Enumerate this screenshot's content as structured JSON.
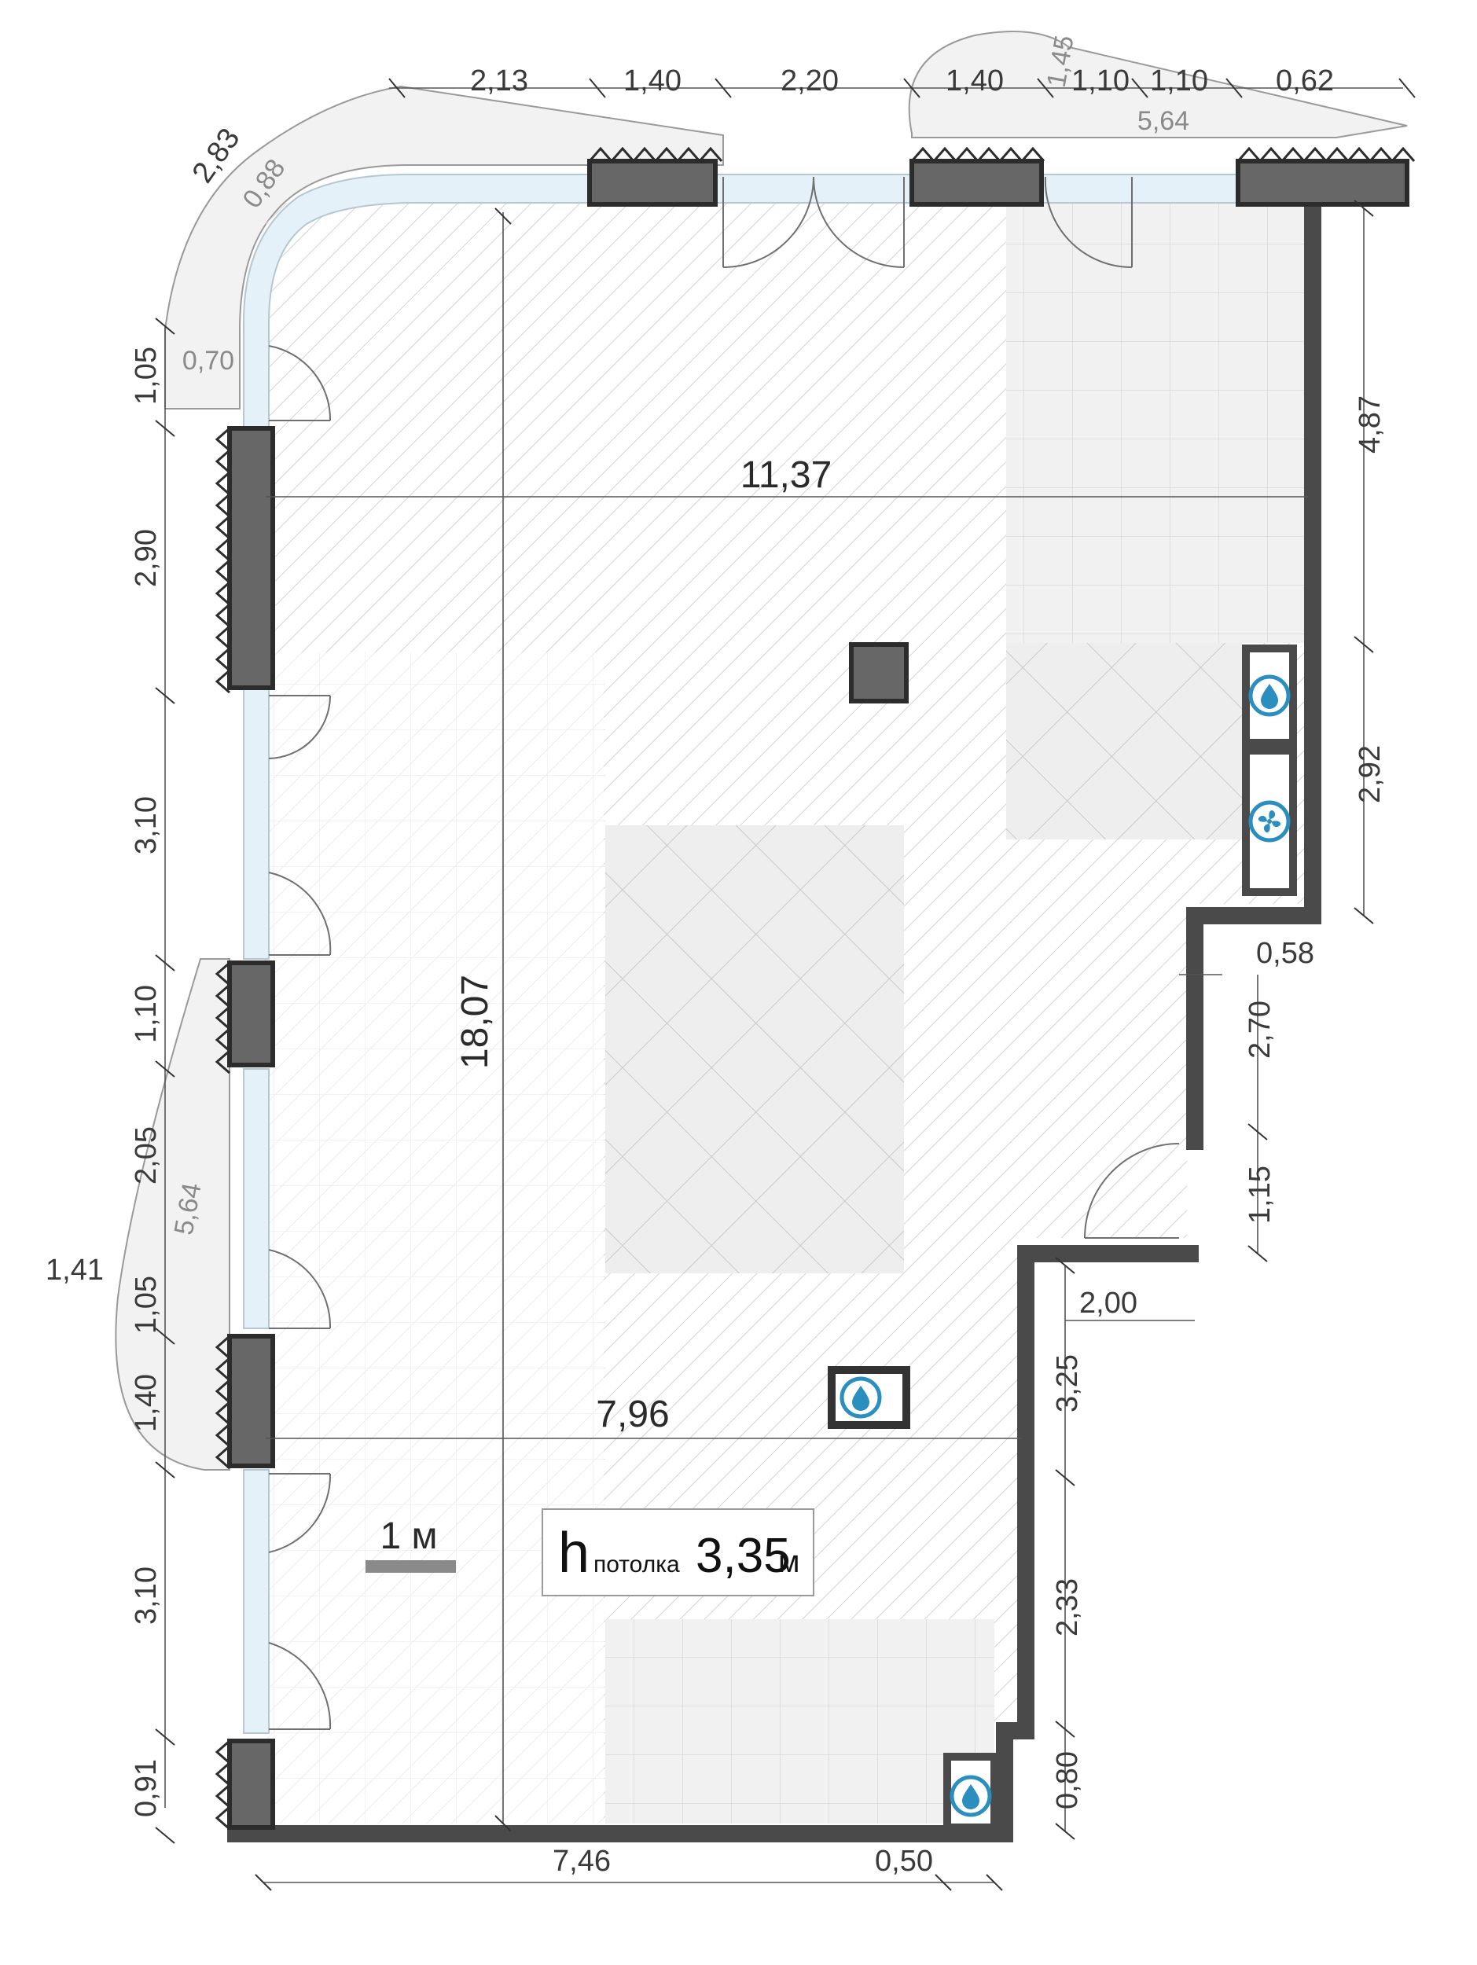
{
  "floorplan": {
    "ceiling": {
      "symbol": "h",
      "label": "потолка",
      "value": "3,35",
      "unit": "м"
    },
    "scale_bar": {
      "label": "1 м"
    },
    "dimensions": {
      "interior_width": "11,37",
      "interior_length": "18,07",
      "interior_width_lower": "7,96",
      "top": [
        "2,13",
        "1,40",
        "2,20",
        "1,40",
        "1,10",
        "1,10",
        "0,62"
      ],
      "top_balcony_small": "1,45",
      "top_balcony_total": "5,64",
      "corner_outer": "2,83",
      "corner_inner": "0,88",
      "left": [
        "1,05",
        "2,90",
        "3,10",
        "1,10",
        "2,05",
        "1,05",
        "1,40",
        "3,10",
        "0,91"
      ],
      "left_inner_small": "0,70",
      "left_balcony_total": "5,64",
      "left_balcony_depth": "1,41",
      "right": [
        "4,87",
        "2,92",
        "2,70",
        "1,15",
        "3,25",
        "2,33",
        "0,80"
      ],
      "right_step": "0,58",
      "right_step_lower": "2,00",
      "bottom": [
        "7,46",
        "0,50"
      ]
    },
    "icons": [
      "water-drop-icon",
      "fan-icon",
      "water-drop-icon",
      "water-drop-icon"
    ],
    "colors": {
      "wall": "#676767",
      "glazing": "#e4f1f8",
      "icon_accent": "#2a8fbf"
    }
  }
}
